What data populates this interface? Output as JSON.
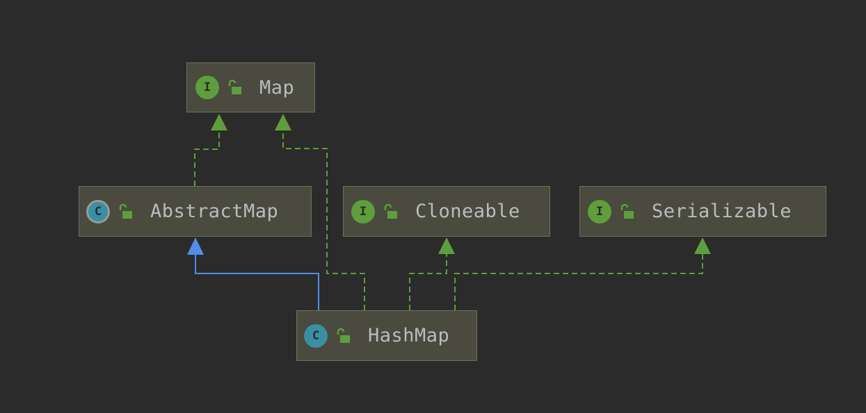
{
  "diagram": {
    "nodes": [
      {
        "id": "map",
        "label": "Map",
        "kind": "interface",
        "badge": "I"
      },
      {
        "id": "abstractmap",
        "label": "AbstractMap",
        "kind": "abstract",
        "badge": "C"
      },
      {
        "id": "cloneable",
        "label": "Cloneable",
        "kind": "interface",
        "badge": "I"
      },
      {
        "id": "serializable",
        "label": "Serializable",
        "kind": "interface",
        "badge": "I"
      },
      {
        "id": "hashmap",
        "label": "HashMap",
        "kind": "class",
        "badge": "C"
      }
    ],
    "edges": [
      {
        "from": "abstractmap",
        "to": "map",
        "type": "implements"
      },
      {
        "from": "hashmap",
        "to": "map",
        "type": "implements"
      },
      {
        "from": "hashmap",
        "to": "abstractmap",
        "type": "extends"
      },
      {
        "from": "hashmap",
        "to": "cloneable",
        "type": "implements"
      },
      {
        "from": "hashmap",
        "to": "serializable",
        "type": "implements"
      }
    ],
    "colors": {
      "background": "#2b2b2b",
      "implements_edge": "#5e9e3d",
      "extends_edge": "#4f8fe8",
      "interface_badge": "#5e9e3d",
      "class_badge": "#3a8fa4",
      "node_fill": "#4b4a3e"
    }
  }
}
